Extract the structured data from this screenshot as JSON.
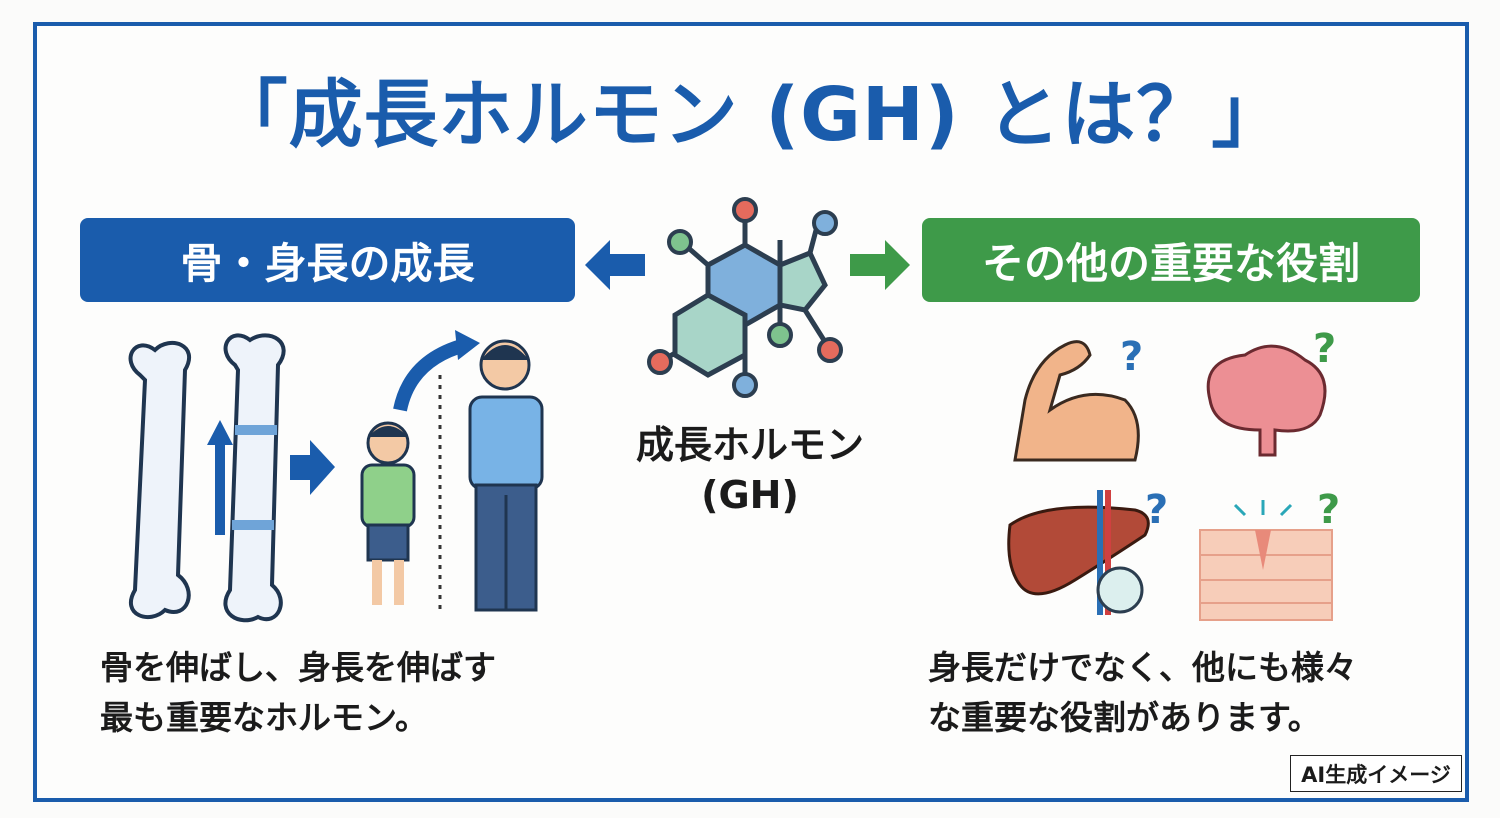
{
  "title": "「成長ホルモン (GH) とは？」",
  "left_section": {
    "heading": "骨・身長の成長",
    "caption_line1": "骨を伸ばし、身長を伸ばす",
    "caption_line2": "最も重要なホルモン。"
  },
  "center": {
    "label_line1": "成長ホルモン",
    "label_line2": "(GH)"
  },
  "right_section": {
    "heading": "その他の重要な役割",
    "caption_line1": "身長だけでなく、他にも様々",
    "caption_line2": "な重要な役割があります。",
    "icons": [
      "muscle-icon",
      "brain-icon",
      "liver-icon",
      "skin-icon"
    ]
  },
  "badge": "AI生成イメージ",
  "colors": {
    "blue": "#1a5cac",
    "green": "#3e9a49",
    "question_mark": "#2a6fb5"
  }
}
